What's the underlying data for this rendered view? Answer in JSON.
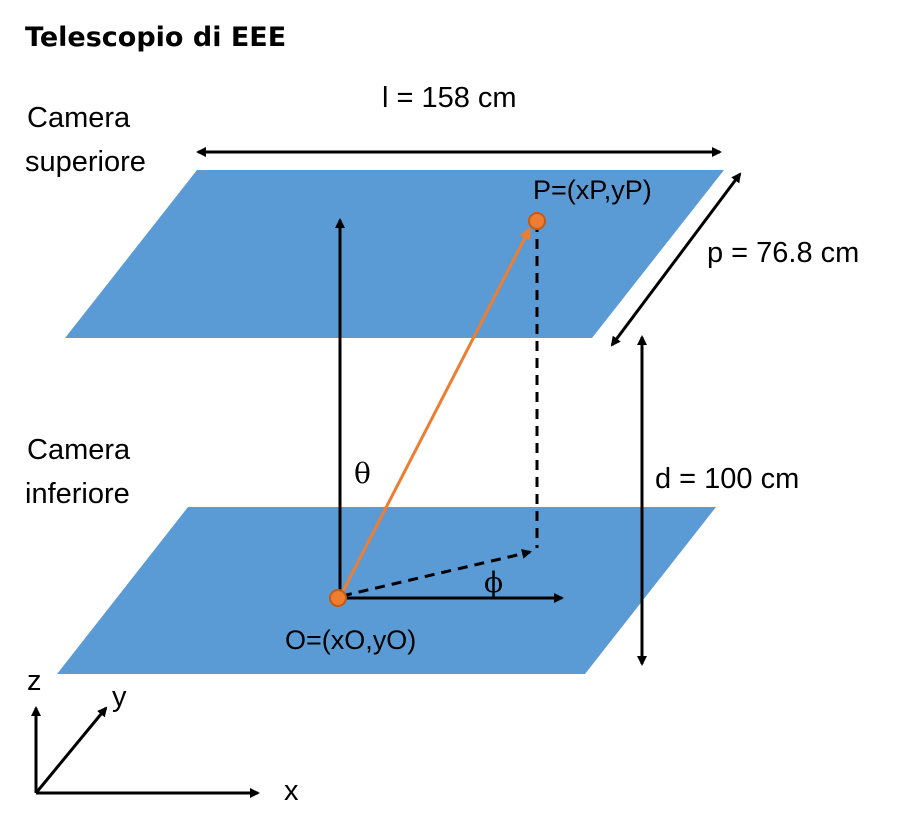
{
  "title": "Telescopio di EEE",
  "labels": {
    "camera_superiore_line1": "Camera",
    "camera_superiore_line2": "superiore",
    "camera_inferiore_line1": "Camera",
    "camera_inferiore_line2": "inferiore",
    "length": "l = 158 cm",
    "depth": "p = 76.8 cm",
    "distance": "d = 100 cm",
    "point_p": "P=(xP,yP)",
    "point_o": "O=(xO,yO)",
    "theta": "θ",
    "phi": "ϕ",
    "axis_z": "z",
    "axis_y": "y",
    "axis_x": "x"
  },
  "colors": {
    "plane": "#5b9bd5",
    "track": "#ed7d31",
    "line": "#000000"
  }
}
